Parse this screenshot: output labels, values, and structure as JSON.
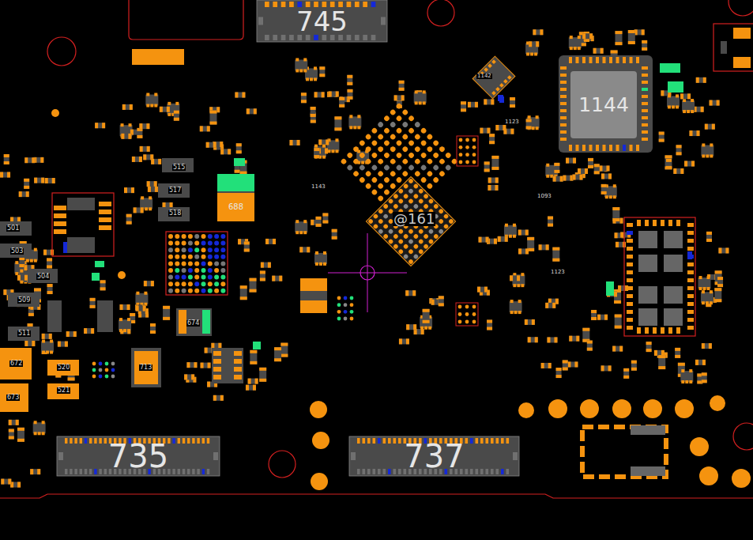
{
  "diagram": {
    "nodes": [
      {
        "text": [
          "745"
        ]
      },
      {
        "text": [
          "1144"
        ]
      },
      {
        "text": [
          "688"
        ]
      },
      {
        "text": [
          "735"
        ]
      },
      {
        "text": [
          "737"
        ]
      }
    ],
    "labels": [
      "@161",
      "1142",
      "1123",
      "1143",
      "1093",
      "1123",
      "501",
      "503",
      "504",
      "509",
      "511",
      "515",
      "517",
      "518",
      "520",
      "521",
      "672",
      "673",
      "674",
      "713"
    ]
  }
}
